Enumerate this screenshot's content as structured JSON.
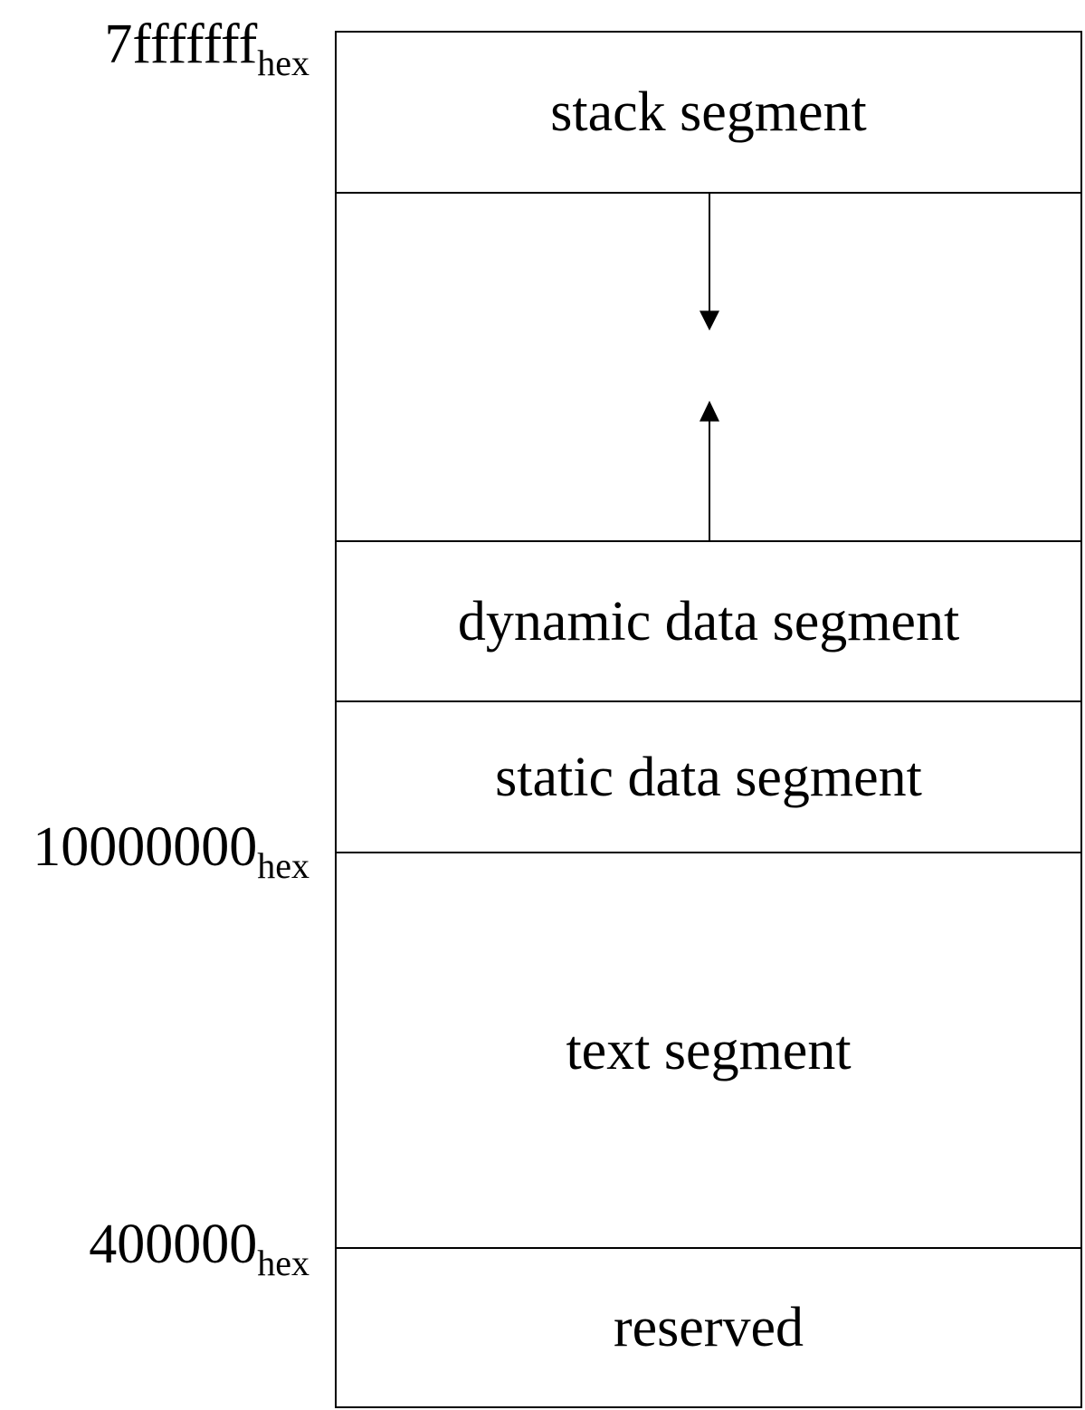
{
  "addresses": {
    "top": {
      "value": "7fffffff",
      "unit": "hex"
    },
    "data_base": {
      "value": "10000000",
      "unit": "hex"
    },
    "text_base": {
      "value": "400000",
      "unit": "hex"
    }
  },
  "segments": {
    "stack": "stack segment",
    "dynamic_data": "dynamic data segment",
    "static_data": "static data segment",
    "text": "text segment",
    "reserved": "reserved"
  },
  "colors": {
    "line": "#000000",
    "background": "#ffffff"
  }
}
